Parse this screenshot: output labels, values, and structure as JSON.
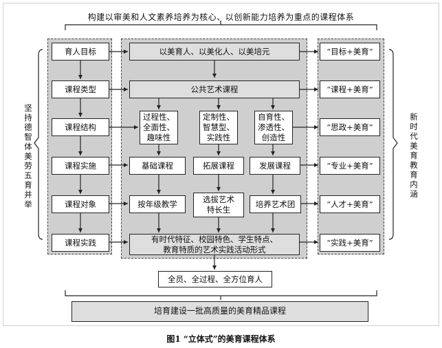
{
  "title": "构建以审美和人文素养培养为核心、以创新能力培养为重点的课程体系",
  "left_side_label": "坚持德智体美劳五育并举",
  "right_side_label": "新时代美育教育内涵",
  "left_column": [
    "育人目标",
    "课程类型",
    "课程结构",
    "课程实施",
    "课程对象",
    "课程实践"
  ],
  "center": {
    "goal": "以美育人、以美化人、以美培元",
    "public": "公共艺术课程",
    "traits": [
      "过程性、\n全面性、\n趣味性",
      "定制性、\n智慧型、\n实践性",
      "自育性、\n渗透性、\n创造性"
    ],
    "courses": [
      "基础课程",
      "拓展课程",
      "发展课程"
    ],
    "objects": [
      "按年级教学",
      "选拔艺术\n特长生",
      "培养艺术团"
    ],
    "practice": "有时代特征、校园特色、学生特点、\n教育特质的艺术实践活动形式"
  },
  "right_column": [
    "“目标+美育”",
    "“课程+美育”",
    "“思政+美育”",
    "“专业+美育”",
    "“人才+美育”",
    "“实践+美育”"
  ],
  "outcome": "全员、全过程、全方位育人",
  "bottom": "培育建设一批高质量的美育精品课程",
  "caption": "图1  “立体式”的美育课程体系"
}
